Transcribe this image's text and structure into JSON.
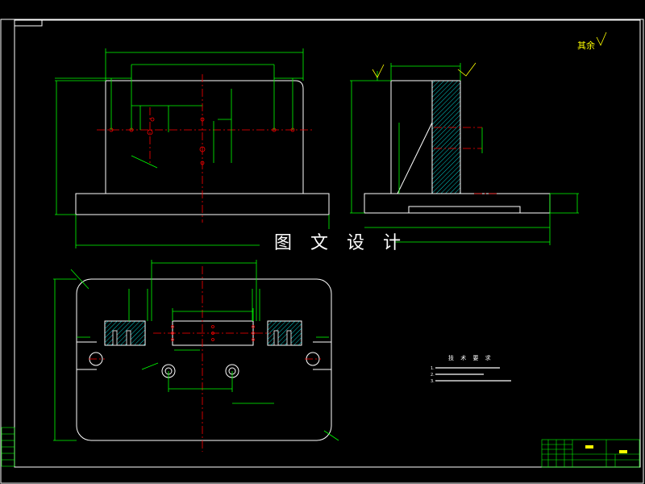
{
  "watermark": "图 文 设 计",
  "roughness_note": "其余",
  "technical_requirements": {
    "title": "技 术 要 求",
    "notes": [
      "1.",
      "2.",
      "3."
    ]
  },
  "colors": {
    "frame": "#ffffff",
    "part_outline": "#ffffff",
    "dimension": "#00ff00",
    "centerline": "#ff0000",
    "hatch": "#00ffff",
    "symbol": "#ffff00",
    "title_block": "#00ff00"
  }
}
